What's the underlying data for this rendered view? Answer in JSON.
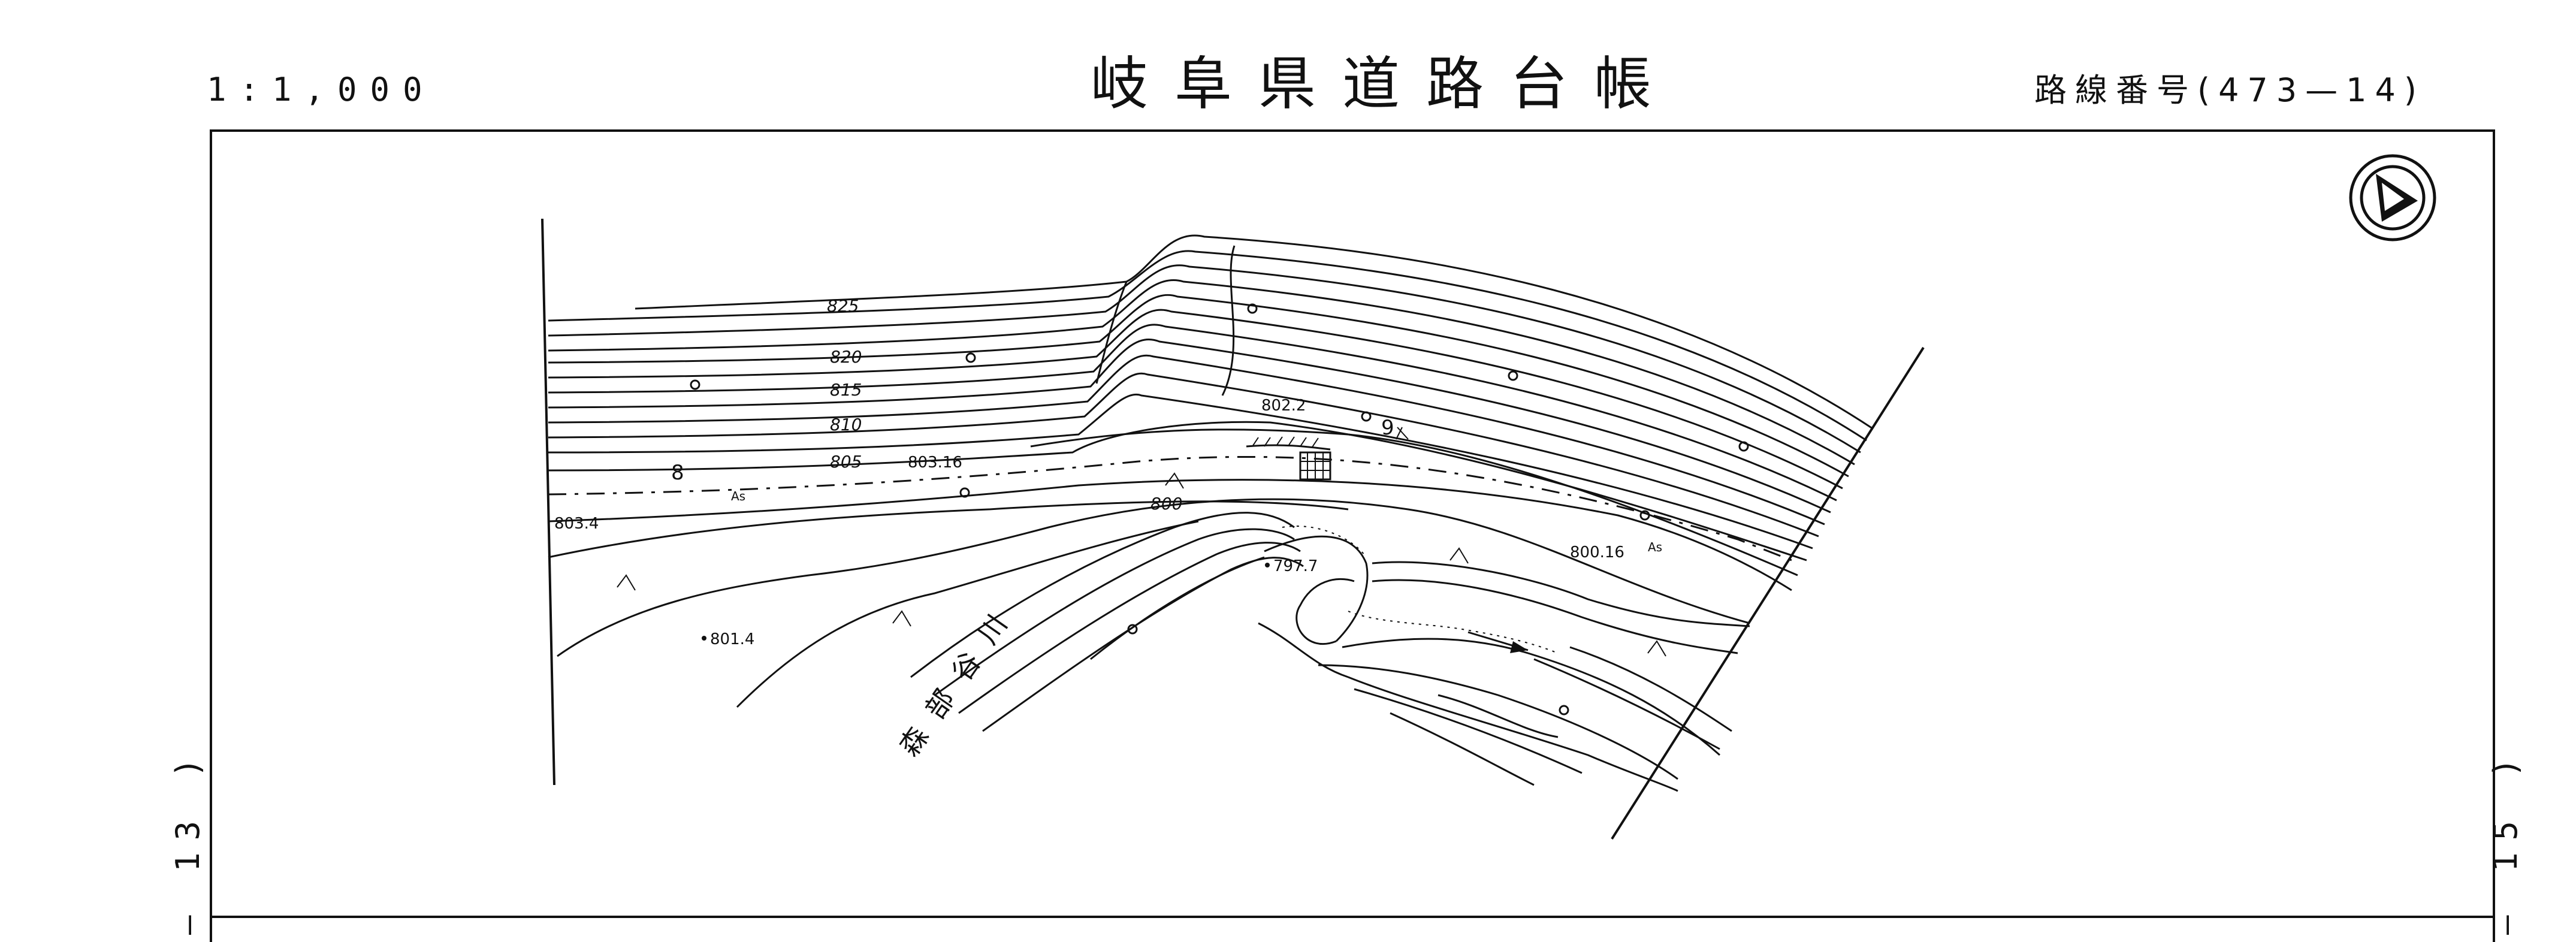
{
  "header": {
    "scale": "1:1,000",
    "title": "岐阜県道路台帳",
    "route_label": "路線番号",
    "route_number": "473",
    "route_dash": "—",
    "sheet_number": "14"
  },
  "side_refs": {
    "left": "13",
    "right": "15"
  },
  "map": {
    "contour_labels": [
      "825",
      "820",
      "815",
      "810",
      "805",
      "800"
    ],
    "spot_heights": [
      "803.16",
      "802.2",
      "803.4",
      "801.4",
      "797.7",
      "800.16"
    ],
    "station_numbers": [
      "8",
      "9"
    ],
    "surface_marks": [
      "As",
      "As"
    ],
    "river_name": "森部谷川"
  }
}
